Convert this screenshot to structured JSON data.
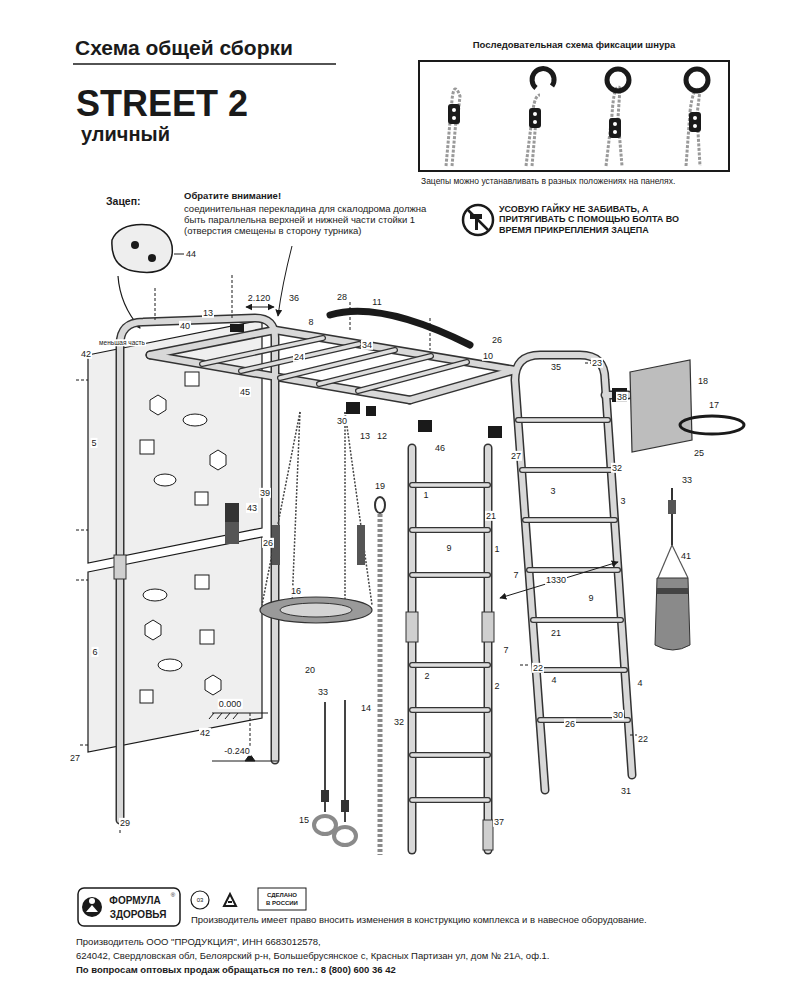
{
  "diagram": {
    "title": "Схема общей сборки",
    "nodes": [
      {
        "text": [
          "Последовательная схема фиксации шнура"
        ]
      }
    ],
    "labels": [
      "STREET 2",
      "уличный",
      "Зацепы можно устанавливать в разных положениях на панелях.",
      "Зацеп:",
      "Обратите внимание!",
      "соединительная перекладина для скалодрома должна быть параллельна верхней и нижней части стойки 1 (отверстия смещены в сторону турника)",
      "УСОВУЮ ГАЙКУ НЕ ЗАБИВАТЬ, А ПРИТЯГИВАТЬ С ПОМОЩЬЮ БОЛТА ВО ВРЕМЯ ПРИКРЕПЛЕНИЯ ЗАЦЕПА",
      "44",
      "меньшая часть",
      "13",
      "2.120",
      "36",
      "28",
      "11",
      "40",
      "8",
      "42",
      "34",
      "24",
      "45",
      "26",
      "10",
      "35",
      "23",
      "18",
      "17",
      "38",
      "30",
      "13",
      "12",
      "46",
      "27",
      "25",
      "5",
      "39",
      "43",
      "26",
      "19",
      "1",
      "21",
      "1",
      "9",
      "3",
      "32",
      "3",
      "33",
      "7",
      "1330",
      "9",
      "7",
      "16",
      "6",
      "20",
      "33",
      "14",
      "2",
      "2",
      "21",
      "22",
      "4",
      "4",
      "26",
      "30",
      "22",
      "41",
      "42",
      "0.000",
      "32",
      "-0.240",
      "27",
      "29",
      "15",
      "37",
      "31",
      "ФОРМУЛА",
      "®",
      "ЗДОРОВЬЯ",
      "03",
      "СДЕЛАНО",
      "В РОССИИ",
      "Производитель имеет право вносить изменения в конструкцию комплекса и в навесное оборудование.",
      "Производитель ООО \"ПРОДУКЦИЯ\", ИНН 6683012578,",
      "624042, Свердловская обл, Белоярский р-н, Большебрусянское с, Красных Партизан ул, дом № 21А, оф.1.",
      "По вопросам оптовых продаж обращаться по тел.: 8 (800) 600 36 42"
    ]
  }
}
